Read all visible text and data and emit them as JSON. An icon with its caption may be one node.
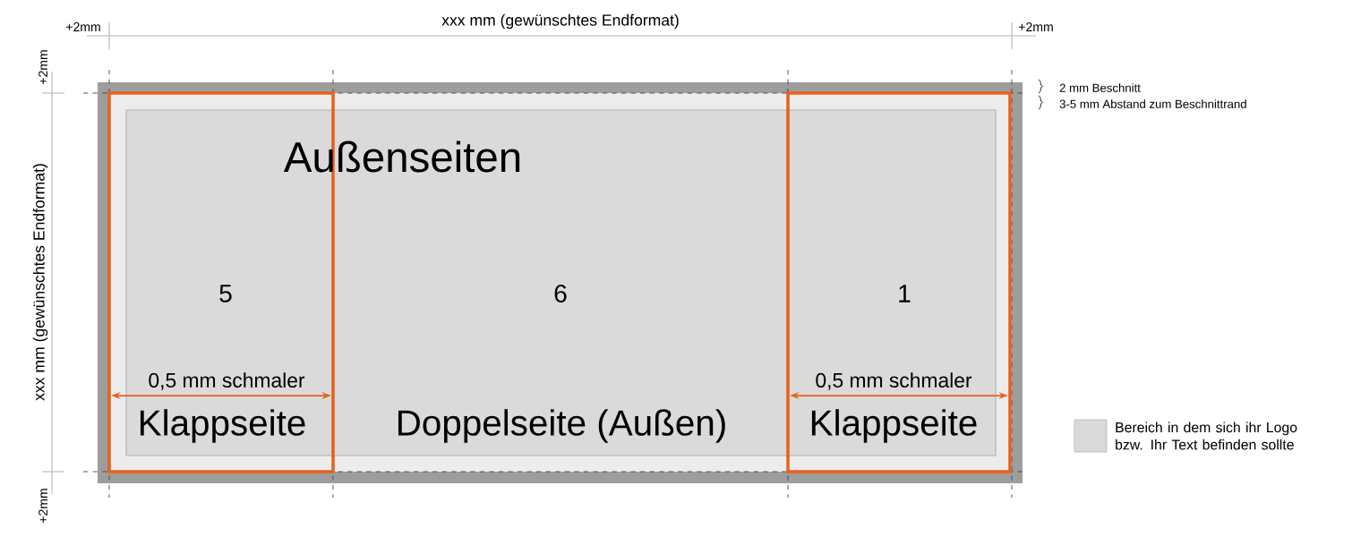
{
  "diagram": {
    "nodes": [
      {
        "text": [
          "5",
          "Klappseite"
        ]
      },
      {
        "text": [
          "6",
          "Doppelseite (Außen)"
        ]
      },
      {
        "text": [
          "1",
          "Klappseite"
        ]
      }
    ],
    "edges": [],
    "labels": [
      "+2mm",
      "xxx mm (gewünschtes Endformat)",
      "+2mm",
      "+2mm",
      "2 mm Beschnitt",
      "3-5 mm Abstand zum Beschnittrand",
      "Außenseiten",
      "xxx mm (gewünschtes Endformat)",
      "0,5 mm schmaler",
      "0,5 mm schmaler",
      "+2mm"
    ],
    "legend": [
      {
        "text": "Bereich in dem sich ihr Logo bzw. Ihr Text befinden sollte",
        "color": "#dadada"
      }
    ]
  }
}
